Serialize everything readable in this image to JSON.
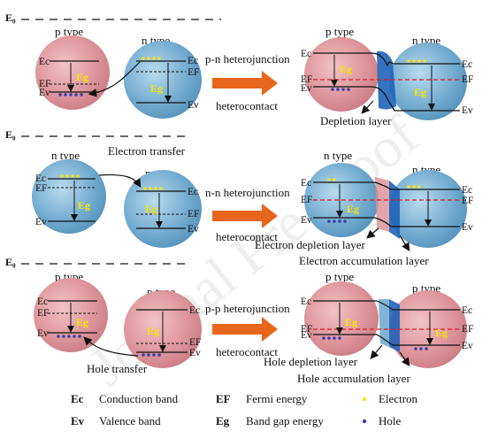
{
  "watermark": "Journal Pre-proof",
  "vacuum_level": "E₀",
  "symbols": {
    "Ec": "Ec",
    "Ev": "Ev",
    "EF": "EF",
    "Eg": "Eg",
    "E_sub_F": "F"
  },
  "rows": [
    {
      "left_a": "p type",
      "left_b": "n type",
      "arrow_top": "p-n heterojunction",
      "arrow_bottom": "heterocontact",
      "right_a": "p type",
      "right_b": "n type",
      "notes": [
        "Depletion layer"
      ]
    },
    {
      "left_a": "n type",
      "left_b": "n type",
      "transfer": "Electron transfer",
      "arrow_top": "n-n heterojunction",
      "arrow_bottom": "heterocontact",
      "right_a": "n type",
      "right_b": "n type",
      "notes": [
        "Electron depletion layer",
        "Electron accumulation layer"
      ]
    },
    {
      "left_a": "p type",
      "left_b": "p type",
      "transfer": "Hole transfer",
      "arrow_top": "p-p heterojunction",
      "arrow_bottom": "heterocontact",
      "right_a": "p type",
      "right_b": "p type",
      "notes": [
        "Hole depletion layer",
        "Hole accumulation layer"
      ]
    }
  ],
  "legend": [
    {
      "key": "Ec",
      "text": "Conduction band"
    },
    {
      "key": "EF",
      "text": "Fermi energy"
    },
    {
      "key": "",
      "text": "Electron"
    },
    {
      "key": "Ev",
      "text": "Valence band"
    },
    {
      "key": "Eg",
      "text": "Band gap energy"
    },
    {
      "key": "",
      "text": "Hole"
    }
  ],
  "colors": {
    "p_sphere": "#d98f96",
    "n_sphere": "#6aa7cc",
    "arrow": "#e8661c",
    "electron": "#f2e21a",
    "hole": "#3b3fa8",
    "fermi_dash": "#e8162a",
    "junction_band": "#1f63b8",
    "eg_text": "#f5e400"
  }
}
